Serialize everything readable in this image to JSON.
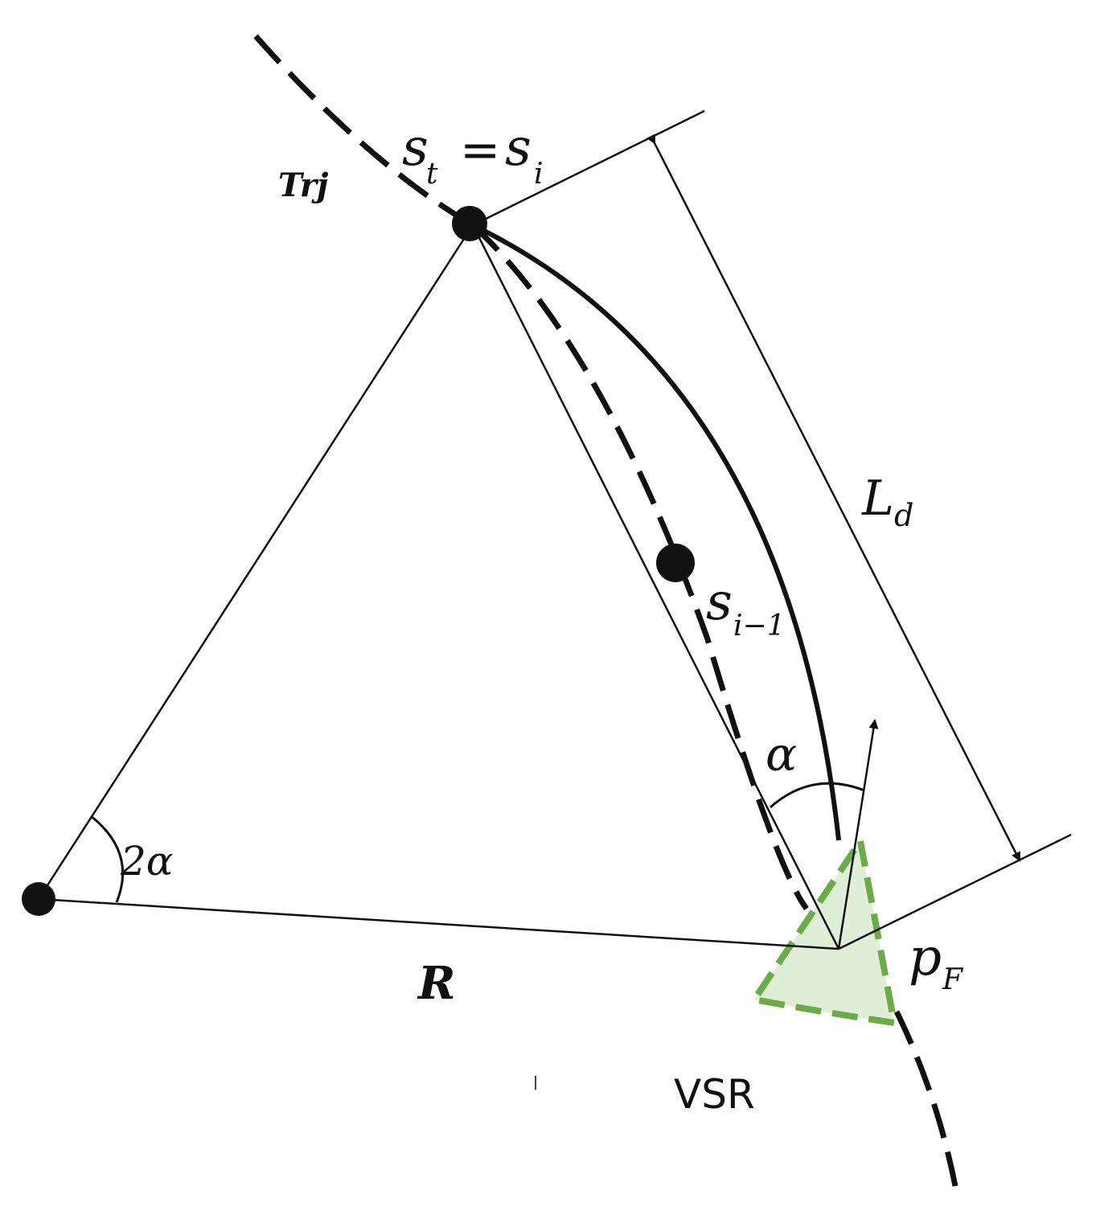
{
  "labels": {
    "trajectory": "Trj",
    "target_point": "s",
    "target_sub": "t",
    "equals": "=",
    "current_point": "s",
    "current_sub": "i",
    "previous_point": "s",
    "previous_sub": "i−1",
    "lookahead": "L",
    "lookahead_sub": "d",
    "alpha": "α",
    "two_alpha": "2α",
    "radius": "R",
    "vehicle_pos": "p",
    "vehicle_pos_sub": "F",
    "region": "VSR"
  },
  "colors": {
    "ink": "#111111",
    "region_fill": "#dfeed6",
    "region_stroke": "#6aac45"
  }
}
